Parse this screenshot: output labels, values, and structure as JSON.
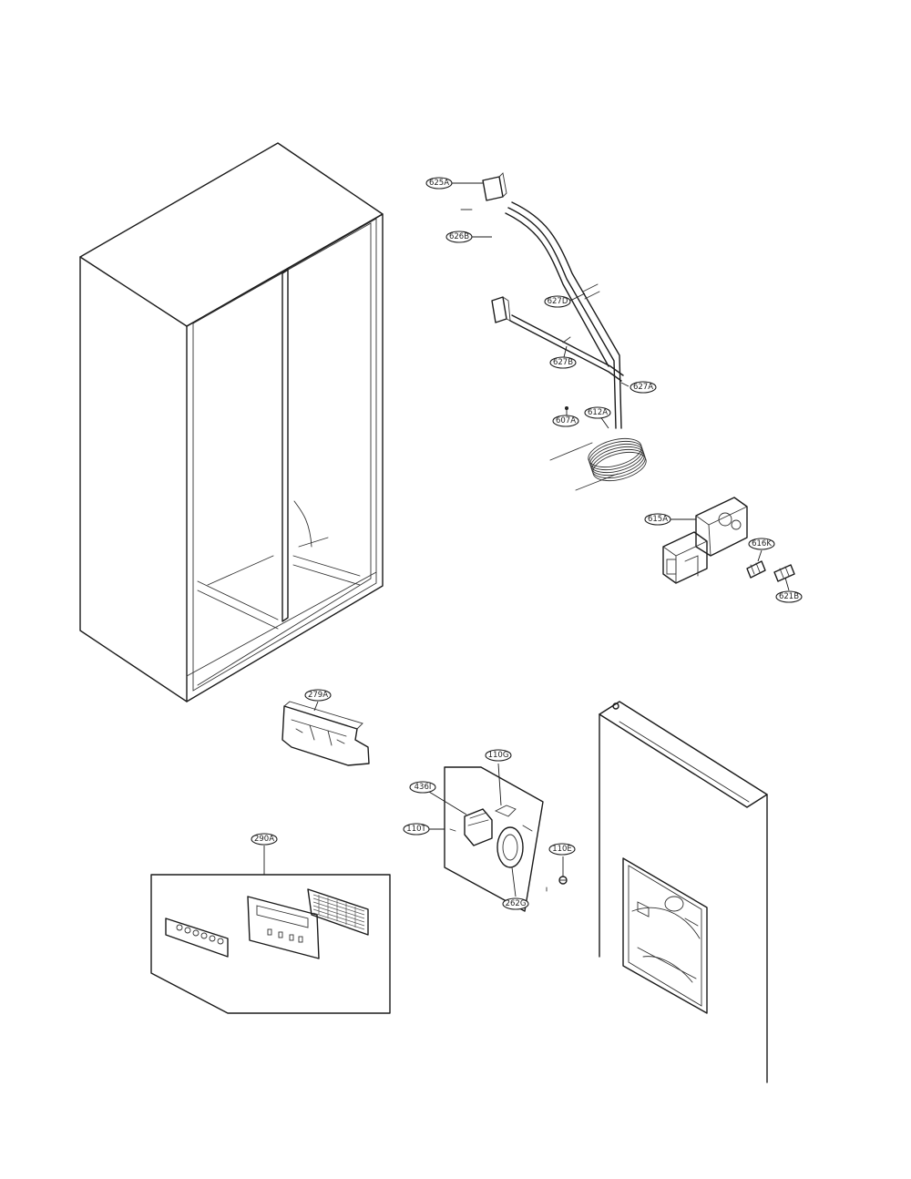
{
  "diagram": {
    "callouts": [
      {
        "id": "c625A",
        "label": "625A"
      },
      {
        "id": "c626B",
        "label": "626B"
      },
      {
        "id": "c627D",
        "label": "627D"
      },
      {
        "id": "c627B",
        "label": "627B"
      },
      {
        "id": "c627A",
        "label": "627A"
      },
      {
        "id": "c607A",
        "label": "607A"
      },
      {
        "id": "c612A",
        "label": "612A"
      },
      {
        "id": "c615A",
        "label": "615A"
      },
      {
        "id": "c616K",
        "label": "616K"
      },
      {
        "id": "c621B",
        "label": "621B"
      },
      {
        "id": "c279A",
        "label": "279A"
      },
      {
        "id": "c110G",
        "label": "110G"
      },
      {
        "id": "c436I",
        "label": "436I"
      },
      {
        "id": "c110T",
        "label": "110T"
      },
      {
        "id": "c110E",
        "label": "110E"
      },
      {
        "id": "c262G",
        "label": "262G"
      },
      {
        "id": "c290A",
        "label": "290A"
      }
    ]
  }
}
